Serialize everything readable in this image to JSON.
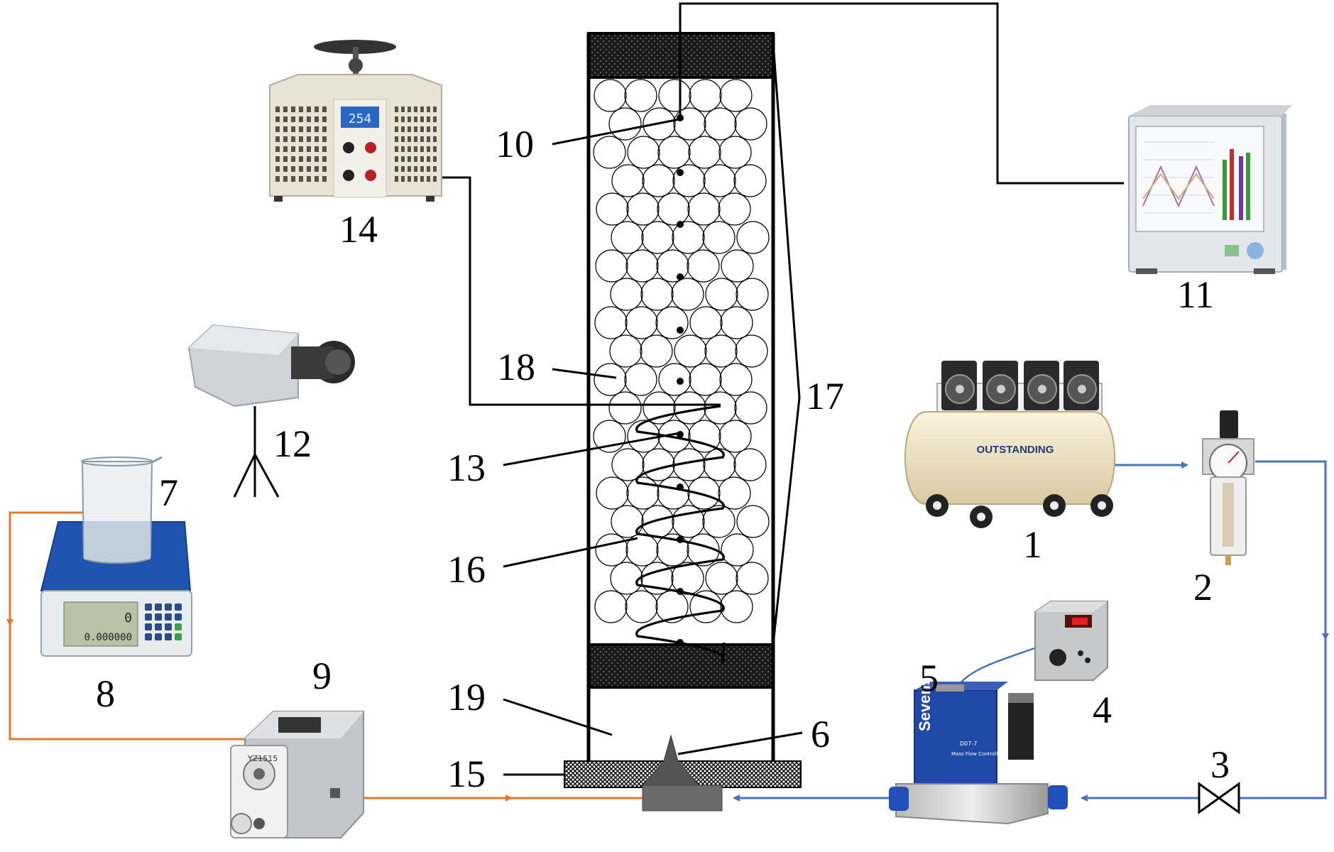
{
  "labels": {
    "n1": "1",
    "n2": "2",
    "n3": "3",
    "n4": "4",
    "n5": "5",
    "n6": "6",
    "n7": "7",
    "n8": "8",
    "n9": "9",
    "n10": "10",
    "n11": "11",
    "n12": "12",
    "n13": "13",
    "n14": "14",
    "n15": "15",
    "n16": "16",
    "n17": "17",
    "n18": "18",
    "n19": "19"
  },
  "device_text": {
    "regulator_display": "254",
    "compressor_brand": "OUTSTANDING",
    "flow_controller_brand": "Sevenstar",
    "flow_controller_model": "D07-7",
    "flow_controller_caption": "Mass Flow Controller",
    "pump_model": "YZ1515",
    "scale_display_top": "0",
    "scale_display_bottom": "0.000000"
  },
  "colors": {
    "air_line": "#4a72c4",
    "water_line": "#e07a30",
    "packing": "#1a1a1a"
  },
  "icons": {
    "n1": "air-compressor-icon",
    "n2": "filter-regulator-icon",
    "n3": "valve-icon",
    "n4": "flow-display-icon",
    "n5": "mass-flow-controller-icon",
    "n7": "beaker-icon",
    "n8": "scale-icon",
    "n9": "peristaltic-pump-icon",
    "n11": "data-recorder-icon",
    "n12": "high-speed-camera-icon",
    "n14": "voltage-regulator-icon"
  }
}
